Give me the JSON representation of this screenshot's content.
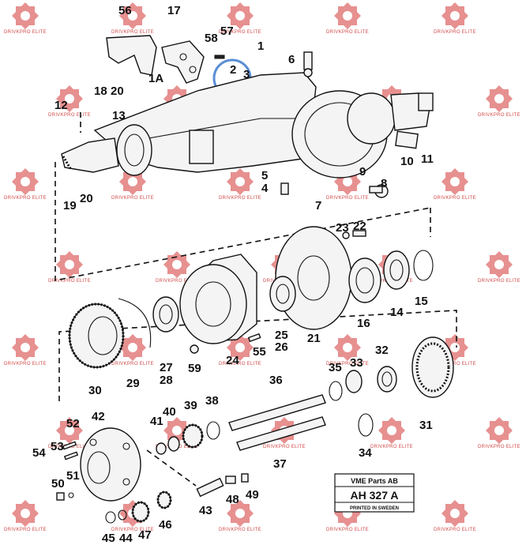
{
  "diagram": {
    "watermark_text": "DRIVKPRO ELITE",
    "highlight_color": "#5b8fd6",
    "watermark_color": "#e06b6b",
    "callouts": [
      "56",
      "17",
      "58",
      "57",
      "1",
      "6",
      "2",
      "1A",
      "3",
      "18",
      "20",
      "12",
      "13",
      "10",
      "11",
      "5",
      "9",
      "4",
      "8",
      "19",
      "20",
      "7",
      "23",
      "22",
      "15",
      "14",
      "16",
      "25",
      "26",
      "21",
      "59",
      "24",
      "55",
      "27",
      "28",
      "29",
      "30",
      "35",
      "33",
      "32",
      "36",
      "38",
      "39",
      "40",
      "41",
      "31",
      "52",
      "42",
      "53",
      "54",
      "34",
      "37",
      "50",
      "51",
      "43",
      "48",
      "49",
      "47",
      "46",
      "45",
      "44"
    ],
    "plate": {
      "title": "VME Parts AB",
      "code": "AH 327 A",
      "printed": "PRINTED IN SWEDEN"
    }
  }
}
